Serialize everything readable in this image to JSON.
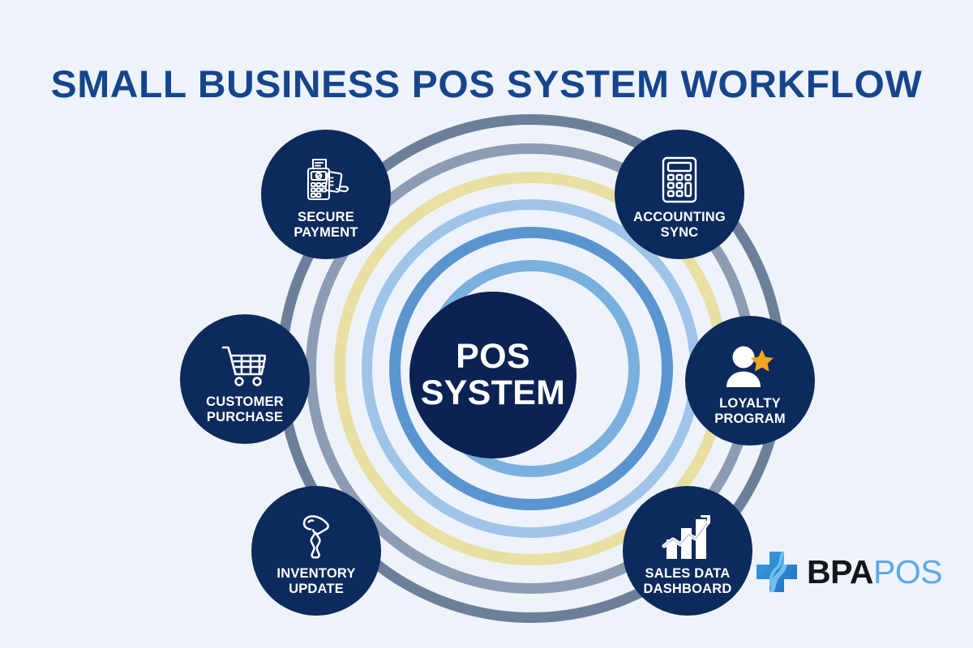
{
  "page": {
    "title": "SMALL BUSINESS POS SYSTEM WORKFLOW",
    "background_color": "#eef3fa",
    "title_color": "#16458c"
  },
  "hub": {
    "line1": "POS",
    "line2": "SYSTEM",
    "background_color": "#0b2253",
    "text_color": "#ffffff"
  },
  "rings": [
    {
      "name": "ring-outer-slate",
      "diameter": 628,
      "color": "#6b7f99",
      "thickness": 13
    },
    {
      "name": "ring-slate-inner",
      "diameter": 556,
      "color": "#8c9cb2",
      "thickness": 13
    },
    {
      "name": "ring-cream",
      "diameter": 486,
      "color": "#e8dfa2",
      "thickness": 14
    },
    {
      "name": "ring-light-blue",
      "diameter": 418,
      "color": "#9fc4e8",
      "thickness": 13
    },
    {
      "name": "ring-medium-blue",
      "diameter": 350,
      "color": "#5b95cf",
      "thickness": 14
    },
    {
      "name": "ring-inner-blue",
      "diameter": 268,
      "color": "#79b0de",
      "thickness": 14
    }
  ],
  "nodes": [
    {
      "id": "secure-payment",
      "line1": "SECURE",
      "line2": "PAYMENT",
      "icon": "card-terminal-icon",
      "background_color": "#0d2a5c"
    },
    {
      "id": "accounting-sync",
      "line1": "ACCOUNTING",
      "line2": "SYNC",
      "icon": "calculator-icon",
      "background_color": "#0d2a5c"
    },
    {
      "id": "customer-purchase",
      "line1": "CUSTOMER",
      "line2": "PURCHASE",
      "icon": "shopping-cart-icon",
      "background_color": "#0d2a5c"
    },
    {
      "id": "loyalty-program",
      "line1": "LOYALTY",
      "line2": "PROGRAM",
      "icon": "person-star-icon",
      "background_color": "#0d2a5c",
      "accent_color": "#f0a623"
    },
    {
      "id": "inventory-update",
      "line1": "INVENTORY",
      "line2": "UPDATE",
      "icon": "barcode-scanner-icon",
      "background_color": "#0d2a5c"
    },
    {
      "id": "sales-dashboard",
      "line1": "SALES DATA",
      "line2": "DASHBOARD",
      "icon": "bar-chart-trend-icon",
      "background_color": "#0d2a5c"
    }
  ],
  "logo": {
    "icon": "blue-cross-swoosh-icon",
    "text_primary": "BPA",
    "text_secondary": "POS",
    "primary_color": "#14161c",
    "secondary_color": "#5aa9e6",
    "mark_color": "#2f8ed6"
  }
}
